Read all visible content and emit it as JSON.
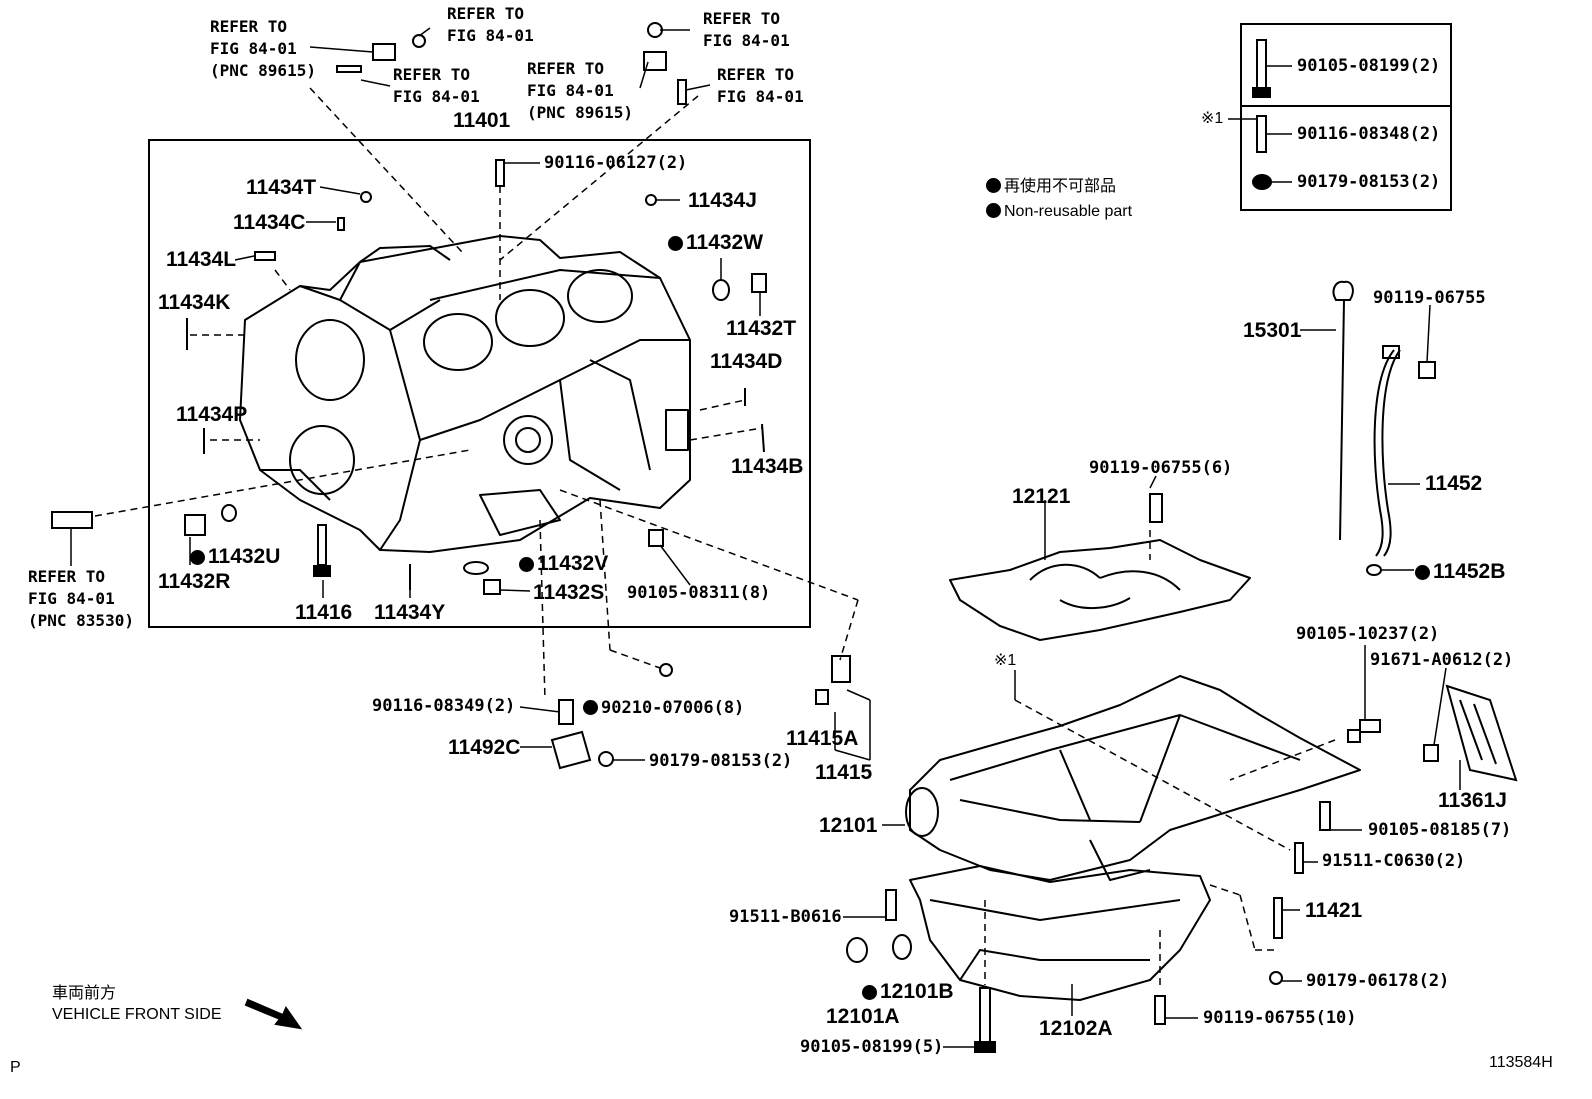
{
  "diagram": {
    "figure_id": "113584H",
    "corner_mark": "P",
    "legend": {
      "jp": "再使用不可部品",
      "en": "Non-reusable part"
    },
    "vehicle_front": {
      "jp": "車両前方",
      "en": "VEHICLE FRONT SIDE"
    },
    "kit_mark": "※1",
    "kit_parts": [
      "90105-08199(2)",
      "90116-08348(2)",
      "90179-08153(2)"
    ],
    "box_label": "11401",
    "refer_notes": {
      "r1": "REFER TO\nFIG 84-01\n(PNC 89615)",
      "r2": "REFER TO\nFIG 84-01",
      "r3": "REFER TO\nFIG 84-01",
      "r4": "REFER TO\nFIG 84-01\n(PNC 89615)",
      "r5": "REFER TO\nFIG 84-01",
      "r6": "REFER TO\nFIG 84-01",
      "r7": "REFER TO\nFIG 84-01\n(PNC 83530)"
    },
    "parts": {
      "p11434T": "11434T",
      "p11434C": "11434C",
      "p11434L": "11434L",
      "p11434K": "11434K",
      "p11434P": "11434P",
      "p11434J": "11434J",
      "p11432W": "11432W",
      "p11432T": "11432T",
      "p11434D": "11434D",
      "p11434B": "11434B",
      "p90116_06127": "90116-06127(2)",
      "p11432U": "11432U",
      "p11432R": "11432R",
      "p11416": "11416",
      "p11434Y": "11434Y",
      "p11432V": "11432V",
      "p11432S": "11432S",
      "p90105_08311": "90105-08311(8)",
      "p90116_08349": "90116-08349(2)",
      "p90210_07006": "90210-07006(8)",
      "p11492C": "11492C",
      "p90179_08153": "90179-08153(2)",
      "p11415A": "11415A",
      "p11415": "11415",
      "p12121": "12121",
      "p90119_06755_6": "90119-06755(6)",
      "p15301": "15301",
      "p90119_06755": "90119-06755",
      "p11452": "11452",
      "p11452B": "11452B",
      "p90105_10237": "90105-10237(2)",
      "p91671_A0612": "91671-A0612(2)",
      "p11361J": "11361J",
      "p12101": "12101",
      "p90105_08185": "90105-08185(7)",
      "p91511_C0630": "91511-C0630(2)",
      "p11421": "11421",
      "p91511_B0616": "91511-B0616",
      "p12101B": "12101B",
      "p12101A": "12101A",
      "p90179_06178": "90179-06178(2)",
      "p12102A": "12102A",
      "p90119_06755_10": "90119-06755(10)",
      "p90105_08199_5": "90105-08199(5)"
    }
  }
}
